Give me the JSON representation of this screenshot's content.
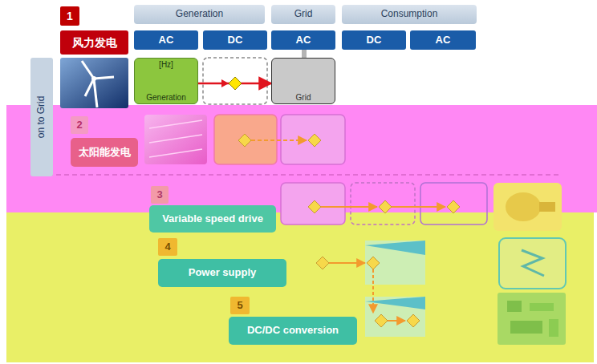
{
  "diagram": {
    "nodes": [
      {
        "text": [
          "Generation"
        ]
      },
      {
        "text": [
          "Grid"
        ]
      },
      {
        "text": [
          "Consumption"
        ]
      },
      {
        "text": [
          "AC"
        ]
      },
      {
        "text": [
          "DC"
        ]
      },
      {
        "text": [
          "AC"
        ]
      },
      {
        "text": [
          "DC"
        ]
      },
      {
        "text": [
          "AC"
        ]
      },
      {
        "text": [
          "1"
        ]
      },
      {
        "text": [
          "风力发电"
        ]
      },
      {
        "text": [
          "on to Grid"
        ]
      },
      {
        "text": [
          "[Hz]",
          "Generation"
        ]
      },
      {
        "text": [
          "Grid"
        ]
      },
      {
        "text": [
          "2"
        ]
      },
      {
        "text": [
          "太阳能发电"
        ]
      },
      {
        "text": [
          "3"
        ]
      },
      {
        "text": [
          "Variable speed drive"
        ]
      },
      {
        "text": [
          "4"
        ]
      },
      {
        "text": [
          "Power supply"
        ]
      },
      {
        "text": [
          "5"
        ]
      },
      {
        "text": [
          "DC/DC conversion"
        ]
      }
    ],
    "edges": [
      {
        "from": 11,
        "to": 12,
        "arrow": "to"
      }
    ]
  }
}
